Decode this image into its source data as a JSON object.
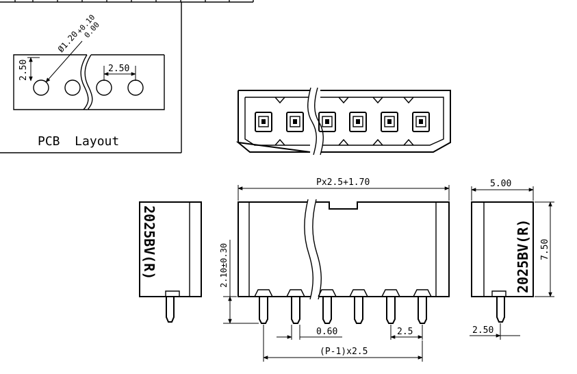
{
  "labels": {
    "hole_diameter": "Ø1.20",
    "hole_tol_plus": "+0.10",
    "hole_tol_minus": "0.00",
    "row_pitch": "2.50",
    "pitch": "2.50",
    "pcb_title": "PCB  Layout",
    "overall_length": "Px2.5+1.70",
    "pin_height": "2.10±0.30",
    "pin_width": "0.60",
    "pitch_small": "2.5",
    "pin_span": "(P-1)x2.5",
    "side_width": "5.00",
    "side_height": "7.50",
    "side_offset": "2.50",
    "part_number_left": "2025BV(R)",
    "part_number_right": "2025BV(R)"
  }
}
